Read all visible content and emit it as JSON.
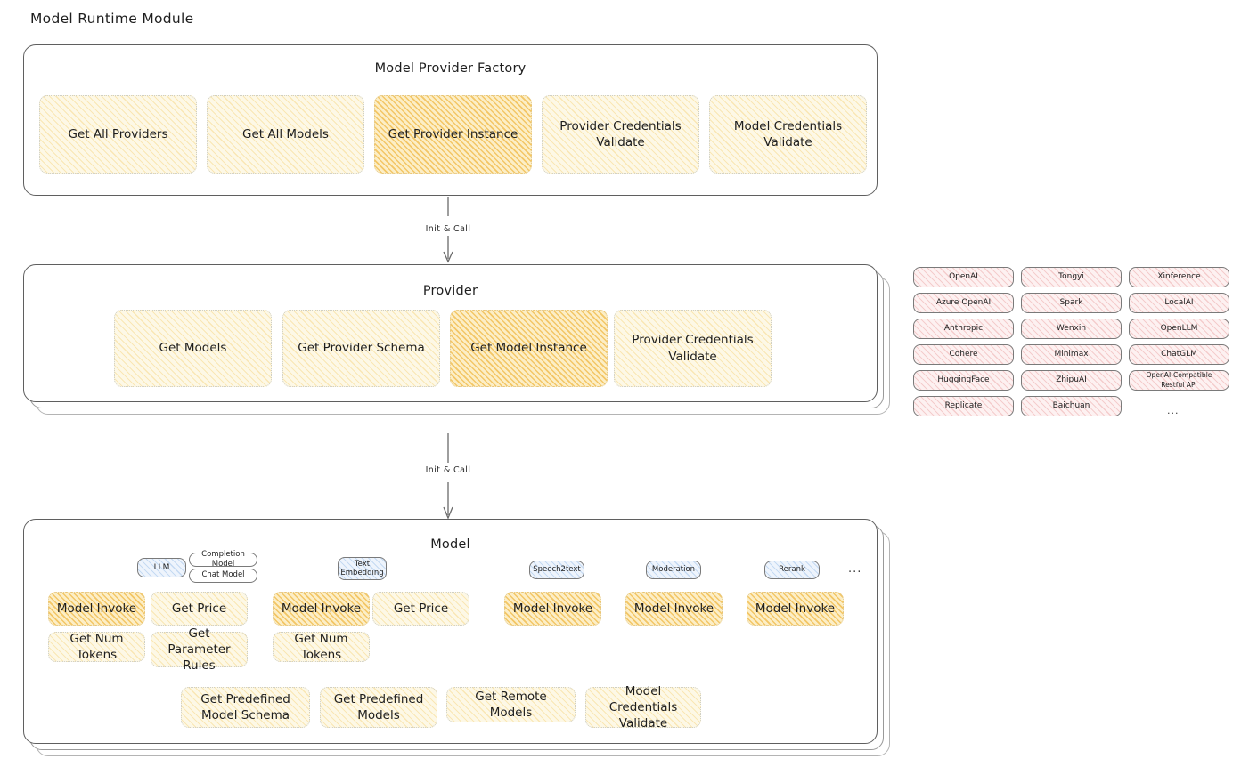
{
  "diagram": {
    "title": "Model Runtime Module",
    "ellipsis": "..."
  },
  "connectors": [
    {
      "label": "Init & Call"
    },
    {
      "label": "Init & Call"
    }
  ],
  "factory": {
    "title": "Model Provider Factory",
    "boxes": [
      {
        "label": "Get All Providers",
        "style": "cream"
      },
      {
        "label": "Get All Models",
        "style": "cream"
      },
      {
        "label": "Get Provider Instance",
        "style": "amber"
      },
      {
        "label": "Provider Credentials Validate",
        "style": "cream"
      },
      {
        "label": "Model Credentials Validate",
        "style": "cream"
      }
    ]
  },
  "provider": {
    "title": "Provider",
    "boxes": [
      {
        "label": "Get Models",
        "style": "cream"
      },
      {
        "label": "Get Provider Schema",
        "style": "cream"
      },
      {
        "label": "Get Model Instance",
        "style": "amber"
      },
      {
        "label": "Provider Credentials Validate",
        "style": "cream"
      }
    ]
  },
  "provider_list": {
    "ellipsis": "...",
    "columns": [
      [
        "OpenAI",
        "Azure OpenAI",
        "Anthropic",
        "Cohere",
        "HuggingFace",
        "Replicate"
      ],
      [
        "Tongyi",
        "Spark",
        "Wenxin",
        "Minimax",
        "ZhipuAI",
        "Baichuan"
      ],
      [
        "Xinference",
        "LocalAI",
        "OpenLLM",
        "ChatGLM",
        "OpenAI-Compatible Restful API"
      ]
    ]
  },
  "model": {
    "title": "Model",
    "ellipsis": "...",
    "types": [
      {
        "name": "LLM",
        "subtypes": [
          "Completion Model",
          "Chat Model"
        ],
        "methods": [
          {
            "label": "Model Invoke",
            "style": "amber"
          },
          {
            "label": "Get Price",
            "style": "cream"
          },
          {
            "label": "Get Num Tokens",
            "style": "cream"
          },
          {
            "label": "Get Parameter Rules",
            "style": "cream"
          }
        ]
      },
      {
        "name": "Text Embedding",
        "subtypes": [],
        "methods": [
          {
            "label": "Model Invoke",
            "style": "amber"
          },
          {
            "label": "Get Price",
            "style": "cream"
          },
          {
            "label": "Get Num Tokens",
            "style": "cream"
          }
        ]
      },
      {
        "name": "Speech2text",
        "subtypes": [],
        "methods": [
          {
            "label": "Model Invoke",
            "style": "amber"
          }
        ]
      },
      {
        "name": "Moderation",
        "subtypes": [],
        "methods": [
          {
            "label": "Model Invoke",
            "style": "amber"
          }
        ]
      },
      {
        "name": "Rerank",
        "subtypes": [],
        "methods": [
          {
            "label": "Model Invoke",
            "style": "amber"
          }
        ]
      }
    ],
    "shared_methods": [
      {
        "label": "Get Predefined Model Schema",
        "style": "cream"
      },
      {
        "label": "Get Predefined Models",
        "style": "cream"
      },
      {
        "label": "Get Remote Models",
        "style": "cream"
      },
      {
        "label": "Model Credentials Validate",
        "style": "cream"
      }
    ]
  },
  "colors": {
    "amber": "#f0b946",
    "cream": "#fdf8e6",
    "pink": "#fdf1f1",
    "blue": "#eef4fc",
    "stroke": "#5f6368"
  }
}
